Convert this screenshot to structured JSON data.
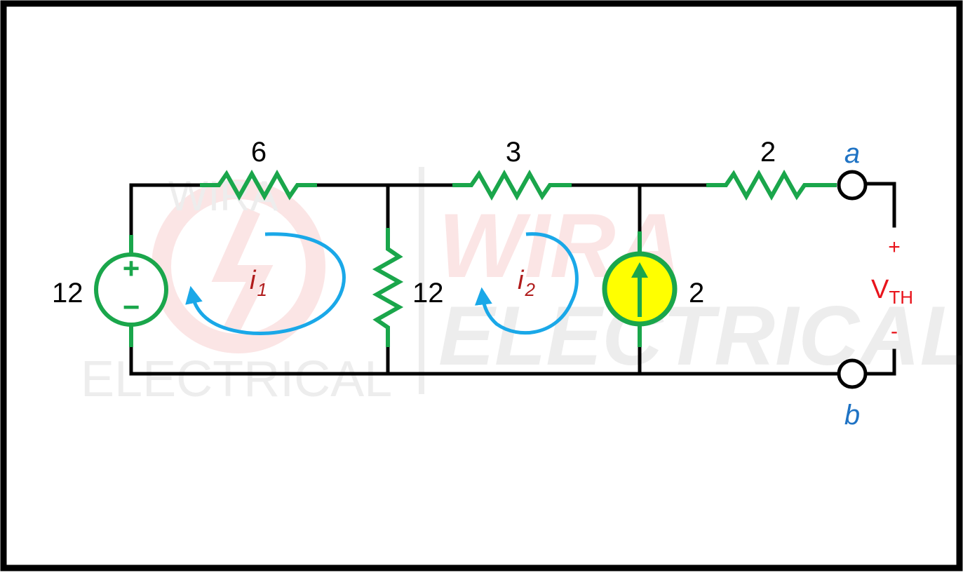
{
  "watermark": {
    "left_top": "WIRA",
    "left_bottom": "ELECTRICAL",
    "right_top": "WIRA",
    "right_bottom": "ELECTRICAL"
  },
  "components": {
    "r_top_left": "6",
    "r_top_mid": "3",
    "r_top_right": "2",
    "voltage_source": "12",
    "voltage_source_plus": "+",
    "voltage_source_minus": "−",
    "r_shunt": "12",
    "current_source": "2"
  },
  "loops": {
    "loop1_letter": "i",
    "loop1_sub": "1",
    "loop2_letter": "i",
    "loop2_sub": "2"
  },
  "terminals": {
    "a": "a",
    "b": "b",
    "plus": "+",
    "minus": "-",
    "vth_main": "V",
    "vth_sub": "TH"
  },
  "colors": {
    "frame": "#000000",
    "wire": "#000000",
    "component": "#1aa64b",
    "current_source_fill": "#ffff00",
    "loop_arrow": "#1aa8e8",
    "loop_label": "#b01c1c",
    "terminal_label": "#1f73c4",
    "vth_label": "#e8141c"
  }
}
